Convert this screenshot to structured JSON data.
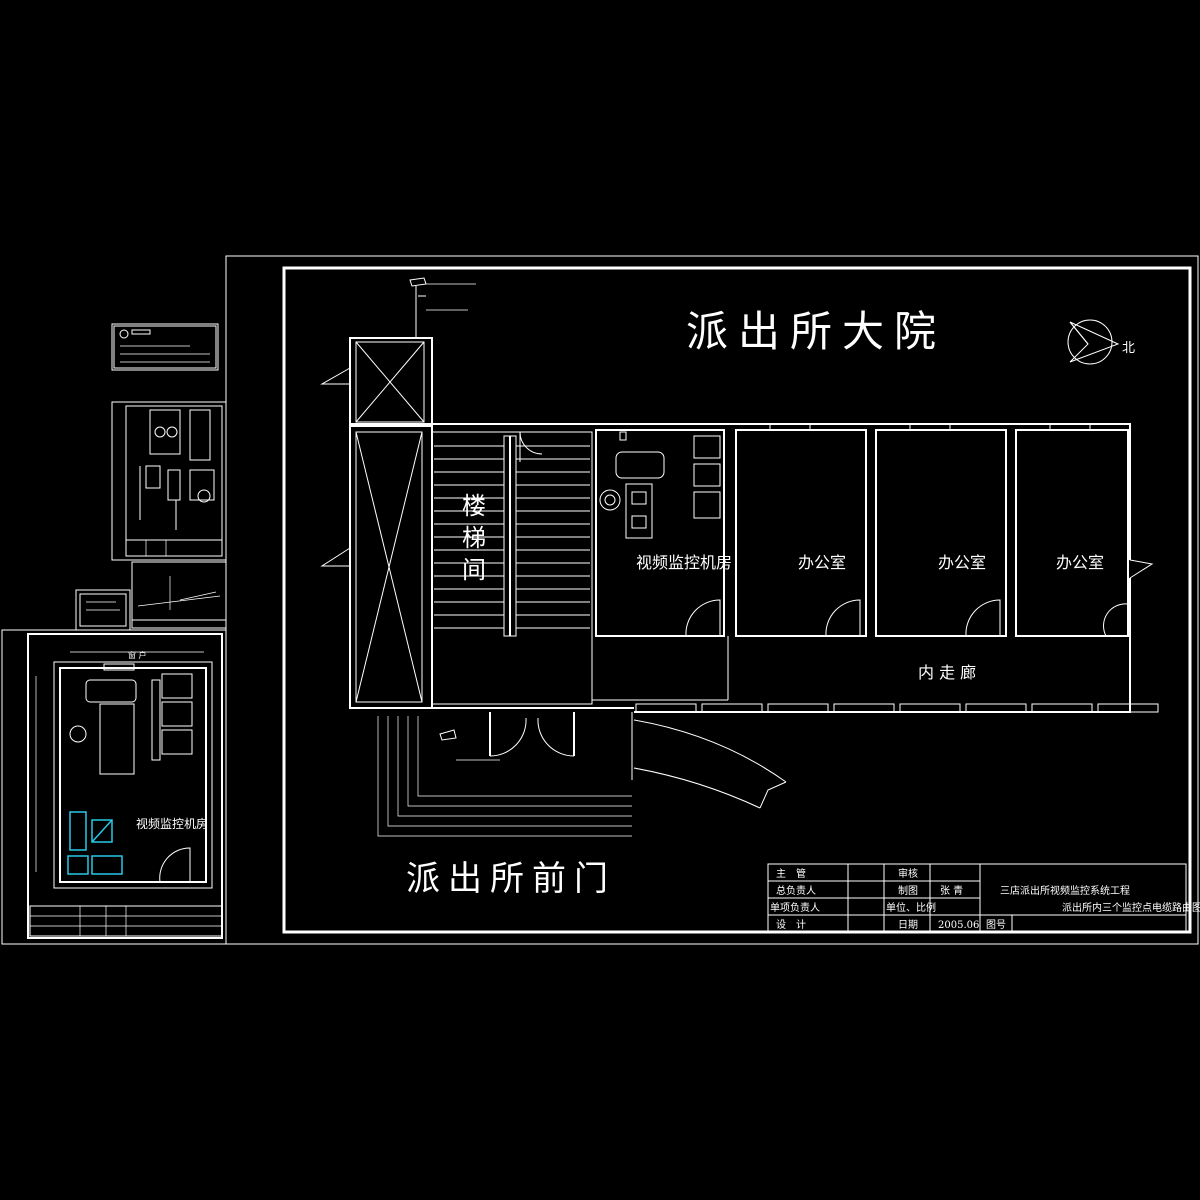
{
  "main_sheet": {
    "courtyard_label": "派出所大院",
    "front_gate_label": "派出所前门",
    "north_label": "北",
    "stairwell_label": [
      "楼",
      "梯",
      "间"
    ],
    "monitor_room_label": "视频监控机房",
    "office_labels": [
      "办公室",
      "办公室",
      "办公室"
    ],
    "corridor_label": "内 走 廊"
  },
  "title_block": {
    "rows": [
      {
        "role": "主　管",
        "field": "审核",
        "value": ""
      },
      {
        "role": "总负责人",
        "field": "制图",
        "value": "张 青"
      },
      {
        "role": "单项负责人",
        "field": "单位、比例",
        "value": ""
      },
      {
        "role": "设　计",
        "field": "日期",
        "value": "2005.06"
      }
    ],
    "drawing_number_label": "图号",
    "project_name": "三店派出所视频监控系统工程",
    "drawing_title": "派出所内三个监控点电缆路由图"
  },
  "side_sheet": {
    "monitor_room_label": "视频监控机房",
    "dimension_label": "窗 户"
  }
}
